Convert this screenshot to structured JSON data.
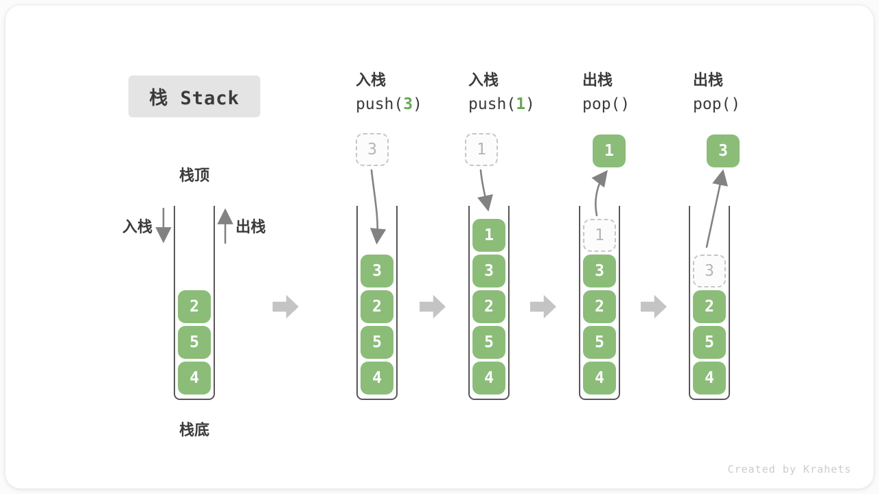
{
  "title": "栈 Stack",
  "side_labels": {
    "top": "栈顶",
    "bottom": "栈底",
    "push": "入栈",
    "pop": "出栈"
  },
  "operations": [
    {
      "label": "入栈",
      "code_before": "push(",
      "arg": "3",
      "code_after": ")"
    },
    {
      "label": "入栈",
      "code_before": "push(",
      "arg": "1",
      "code_after": ")"
    },
    {
      "label": "出栈",
      "code_before": "pop(",
      "arg": "",
      "code_after": ")"
    },
    {
      "label": "出栈",
      "code_before": "pop(",
      "arg": "",
      "code_after": ")"
    }
  ],
  "stacks": [
    {
      "name": "initial",
      "blocks": [
        "2",
        "5",
        "4"
      ]
    },
    {
      "name": "after-push-3",
      "float_value": "3",
      "blocks": [
        "3",
        "2",
        "5",
        "4"
      ]
    },
    {
      "name": "after-push-1",
      "float_value": "1",
      "blocks": [
        "1",
        "3",
        "2",
        "5",
        "4"
      ]
    },
    {
      "name": "after-pop-1",
      "float_value": "1",
      "ghost": "1",
      "blocks": [
        "3",
        "2",
        "5",
        "4"
      ]
    },
    {
      "name": "after-pop-3",
      "float_value": "3",
      "ghost": "3",
      "blocks": [
        "2",
        "5",
        "4"
      ]
    }
  ],
  "watermark": "Created by Krahets",
  "colors": {
    "block-green": "#8BBD79",
    "arg-green": "#67A856",
    "wall-gray": "#565656",
    "arrow-gray": "#828282",
    "flow-arrow-gray": "#C4C4C4",
    "ghost-border": "#C6C6C6",
    "ghost-text": "#B5B5B5",
    "title-bg": "#E4E4E4",
    "text-dark": "#3B3B3B",
    "watermark-gray": "#CBCBCB"
  }
}
